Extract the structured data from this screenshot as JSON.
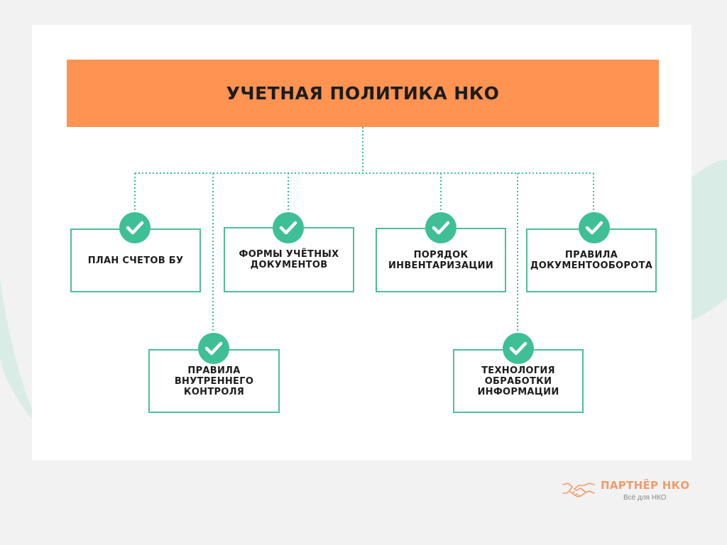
{
  "diagram": {
    "title": "УЧЕТНАЯ ПОЛИТИКА НКО",
    "nodes": [
      {
        "label": "ПЛАН СЧЕТОВ БУ"
      },
      {
        "label": "ФОРМЫ УЧЁТНЫХ ДОКУМЕНТОВ"
      },
      {
        "label": "ПОРЯДОК ИНВЕНТАРИЗАЦИИ"
      },
      {
        "label": "ПРАВИЛА ДОКУМЕНТООБОРОТА"
      },
      {
        "label": "ПРАВИЛА ВНУТРЕННЕГО КОНТРОЛЯ"
      },
      {
        "label": "ТЕХНОЛОГИЯ ОБРАБОТКИ ИНФОРМАЦИИ"
      }
    ],
    "node_icon": "check-circle-icon"
  },
  "logo": {
    "name": "ПАРТНЁР НКО",
    "tagline": "Всё для НКО",
    "icon": "handshake-icon"
  },
  "colors": {
    "title_bar": "#fe9352",
    "accent_green": "#3fbf96",
    "node_border": "#4ebd9a",
    "logo_orange": "#f59a6a",
    "background_wave": "#d9ede6"
  }
}
